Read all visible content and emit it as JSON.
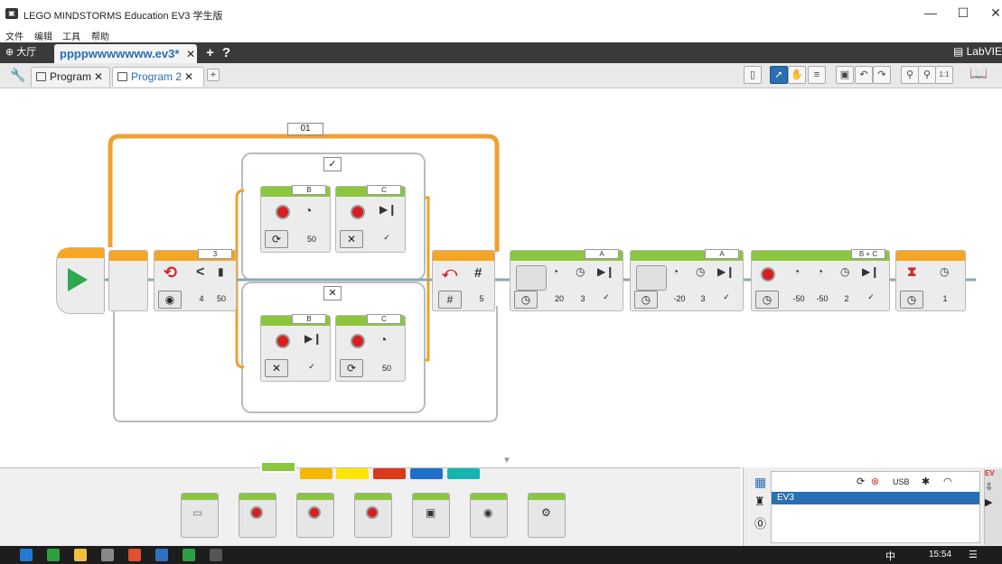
{
  "window": {
    "title": "LEGO MINDSTORMS Education EV3 学生版",
    "minimize": "—",
    "maximize": "☐",
    "close": "✕"
  },
  "menu": [
    "文件",
    "编辑",
    "工具",
    "帮助"
  ],
  "project_bar": {
    "lobby_label": "大厅",
    "project_tab": "ppppwwwwwww.ev3*",
    "close_glyph": "✕",
    "add_glyph": "+",
    "help_glyph": "?",
    "brand": "LabVIE"
  },
  "program_tabs": [
    {
      "label": "Program",
      "active": false
    },
    {
      "label": "Program 2",
      "active": true
    }
  ],
  "toolbar_labels": {
    "zoom_reset": "1:1"
  },
  "loop": {
    "label": "01"
  },
  "switch": {
    "true_glyph": "✓",
    "false_glyph": "✕"
  },
  "blocks": {
    "sensor_compare": {
      "port": "3",
      "compare_glyph": "<",
      "value_a": "4",
      "value_b": "50"
    },
    "true_case": [
      {
        "port": "B",
        "value": "50"
      },
      {
        "port": "C",
        "value": ""
      }
    ],
    "false_case": [
      {
        "port": "B",
        "value": ""
      },
      {
        "port": "C",
        "value": "50"
      }
    ],
    "loop_interrupt": {
      "symbol": "#",
      "mode_symbol": "#",
      "value": "5"
    },
    "medium_motor_1": {
      "port": "A",
      "power": "20",
      "degrees": "3"
    },
    "medium_motor_2": {
      "port": "A",
      "power": "-20",
      "degrees": "3"
    },
    "tank": {
      "port": "B + C",
      "left": "-50",
      "right": "-50",
      "rotations": "2"
    },
    "wait": {
      "value": "1"
    }
  },
  "palette": {
    "categories": [
      {
        "color": "#8cc63f"
      },
      {
        "color": "#f5b800"
      },
      {
        "color": "#ffe600"
      },
      {
        "color": "#d93a1a"
      },
      {
        "color": "#1f6fc9"
      },
      {
        "color": "#16b3b3"
      }
    ]
  },
  "hardware": {
    "connection_labels": [
      "USB"
    ],
    "brick_name": "EV3",
    "side_label": "EV"
  },
  "taskbar": {
    "time": "15:54",
    "ime": "中"
  }
}
